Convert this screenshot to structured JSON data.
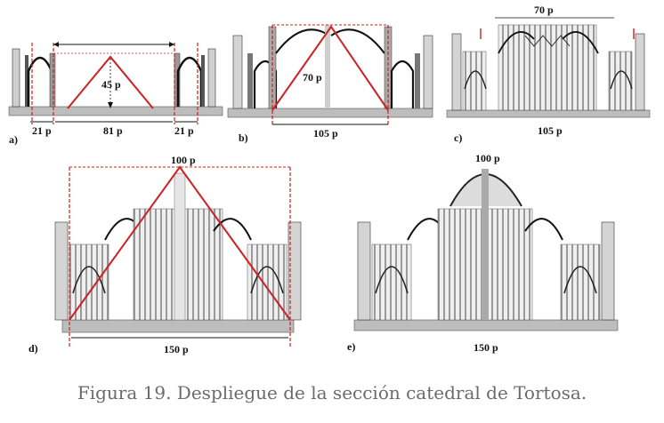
{
  "caption": "Figura 19. Despliegue de la sección catedral de Tortosa.",
  "panels": {
    "a": {
      "letter": "a)",
      "left_width": "21 p",
      "center_width": "81 p",
      "right_width": "21 p",
      "height": "45 p"
    },
    "b": {
      "letter": "b)",
      "height": "70 p",
      "width": "105 p"
    },
    "c": {
      "letter": "c)",
      "height": "70 p",
      "width": "105 p"
    },
    "d": {
      "letter": "d)",
      "height": "100 p",
      "width": "150 p"
    },
    "e": {
      "letter": "e)",
      "height": "100 p",
      "width": "150 p"
    }
  },
  "colors": {
    "construction": "#cc2222",
    "stone": "#bdbdbd",
    "ink": "#1a1a1a"
  }
}
